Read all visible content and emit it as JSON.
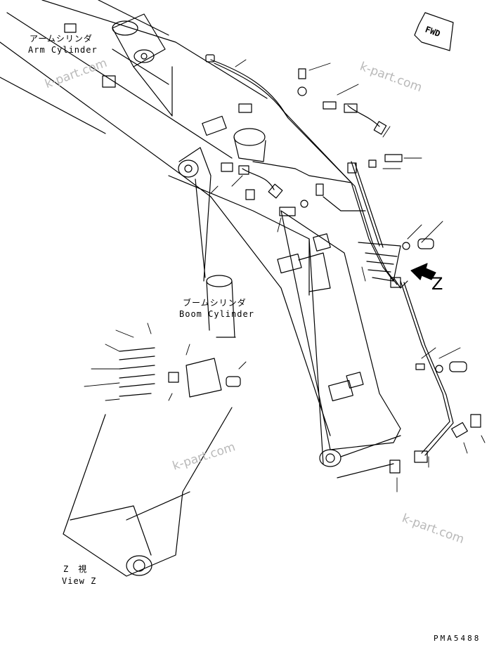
{
  "labels": {
    "arm_cylinder_jp": "アームシリンダ",
    "arm_cylinder_en": "Arm Cylinder",
    "boom_cylinder_jp": "ブームシリンダ",
    "boom_cylinder_en": "Boom Cylinder",
    "view_z_jp": "Z　視",
    "view_z_en": "View Z",
    "z_marker": "Z",
    "fwd": "FWD",
    "drawing_code": "PMA5488"
  },
  "watermarks": [
    "k-part.com",
    "k-part.com",
    "k-part.com",
    "k-part.com"
  ],
  "colors": {
    "line": "#000000",
    "watermark": "#b9b9b9",
    "background": "#ffffff"
  }
}
